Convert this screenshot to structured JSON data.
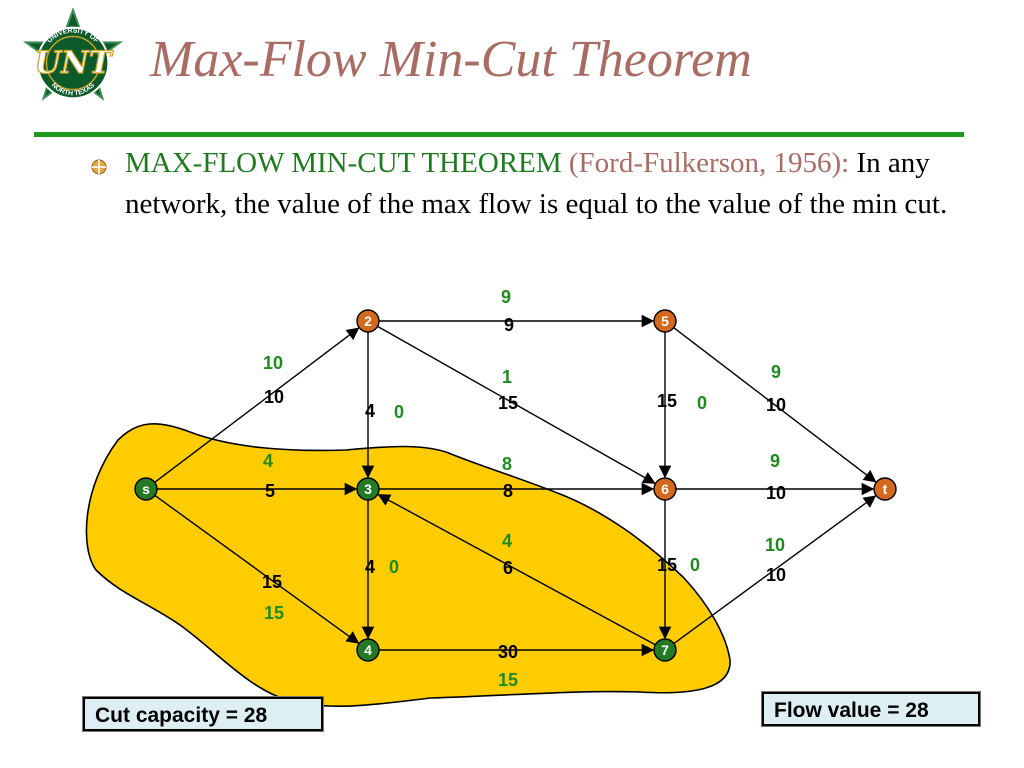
{
  "title": "Max-Flow Min-Cut Theorem",
  "logo": {
    "text": "UNT",
    "arc_top": "UNIVERSITY OF",
    "arc_bottom": "NORTH TEXAS",
    "icon": "unt-logo-icon"
  },
  "statement": {
    "heading": "MAX-FLOW MIN-CUT THEOREM",
    "citation": "(Ford-Fulkerson, 1956):",
    "body": "In any network, the value of the max flow is equal to the value of the min cut.",
    "bullet_icon": "circle-plus-bullet-icon"
  },
  "colors": {
    "title": "#a86c64",
    "rule": "#1f9a1f",
    "heading": "#1f7a1f",
    "citation": "#a86c64",
    "node_source_side": "#237a23",
    "node_sink_side": "#d2691e",
    "cut_region": "#ffcc00",
    "flow_label": "#1f8a1f",
    "box_fill": "#ddeff2"
  },
  "network": {
    "nodes": [
      {
        "id": "s",
        "label": "s",
        "side": "source"
      },
      {
        "id": "n2",
        "label": "2",
        "side": "sink"
      },
      {
        "id": "n3",
        "label": "3",
        "side": "source"
      },
      {
        "id": "n4",
        "label": "4",
        "side": "source"
      },
      {
        "id": "n5",
        "label": "5",
        "side": "sink"
      },
      {
        "id": "n6",
        "label": "6",
        "side": "sink"
      },
      {
        "id": "n7",
        "label": "7",
        "side": "source"
      },
      {
        "id": "t",
        "label": "t",
        "side": "sink"
      }
    ],
    "edges": [
      {
        "from": "s",
        "to": "n2",
        "capacity": "10",
        "flow": "10"
      },
      {
        "from": "s",
        "to": "n3",
        "capacity": "5",
        "flow": "4"
      },
      {
        "from": "s",
        "to": "n4",
        "capacity": "15",
        "flow": "15"
      },
      {
        "from": "n2",
        "to": "n5",
        "capacity": "9",
        "flow": "9"
      },
      {
        "from": "n2",
        "to": "n3",
        "capacity": "4",
        "flow": "0"
      },
      {
        "from": "n2",
        "to": "n6",
        "capacity": "15",
        "flow": "1"
      },
      {
        "from": "n3",
        "to": "n6",
        "capacity": "8",
        "flow": "8"
      },
      {
        "from": "n3",
        "to": "n4",
        "capacity": "4",
        "flow": "0"
      },
      {
        "from": "n7",
        "to": "n3",
        "capacity": "6",
        "flow": "4"
      },
      {
        "from": "n4",
        "to": "n7",
        "capacity": "30",
        "flow": "15"
      },
      {
        "from": "n5",
        "to": "t",
        "capacity": "10",
        "flow": "9"
      },
      {
        "from": "n5",
        "to": "n6",
        "capacity": "15",
        "flow": "0"
      },
      {
        "from": "n6",
        "to": "t",
        "capacity": "10",
        "flow": "9"
      },
      {
        "from": "n6",
        "to": "n7",
        "capacity": "15",
        "flow": "0"
      },
      {
        "from": "n7",
        "to": "t",
        "capacity": "10",
        "flow": "10"
      }
    ]
  },
  "cut_capacity": "Cut capacity = 28",
  "flow_value": "Flow value = 28"
}
